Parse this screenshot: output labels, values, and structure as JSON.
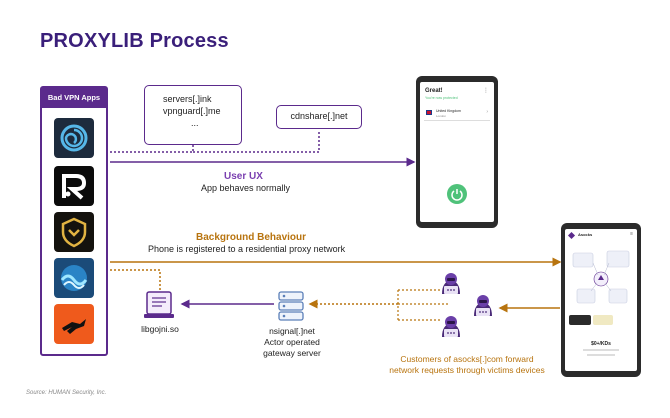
{
  "title": "PROXYLIB Process",
  "apps_panel": {
    "header": "Bad VPN Apps",
    "icons": [
      "spiral-app-icon",
      "r-logo-app-icon",
      "shield-app-icon",
      "wave-app-icon",
      "runner-app-icon"
    ]
  },
  "servers_box": {
    "line1": "servers[.]ink",
    "line2": "vpnguard[.]me",
    "line3": "..."
  },
  "cdn_box": {
    "label": "cdnshare[.]net"
  },
  "user_ux": {
    "title": "User UX",
    "subtitle": "App behaves normally"
  },
  "background": {
    "title": "Background Behaviour",
    "subtitle": "Phone is registered to a residential proxy network"
  },
  "lib": {
    "label": "libgojni.so"
  },
  "gateway": {
    "line1": "nsignal[.]net",
    "line2": "Actor operated",
    "line3": "gateway server"
  },
  "customers": {
    "line1": "Customers of asocks[.]com forward",
    "line2": "network requests through victims devices"
  },
  "phone_top": {
    "status": "Great!",
    "connected": "You're now protected",
    "location": "United Kingdom",
    "location_sub": "London"
  },
  "phone_bottom": {
    "app": "Asocks",
    "stat": "$0+/KDs"
  },
  "source": "Source: HUMAN Security, Inc.",
  "colors": {
    "purple": "#5b2a8c",
    "orange": "#b8740f",
    "green": "#4fc27a"
  }
}
